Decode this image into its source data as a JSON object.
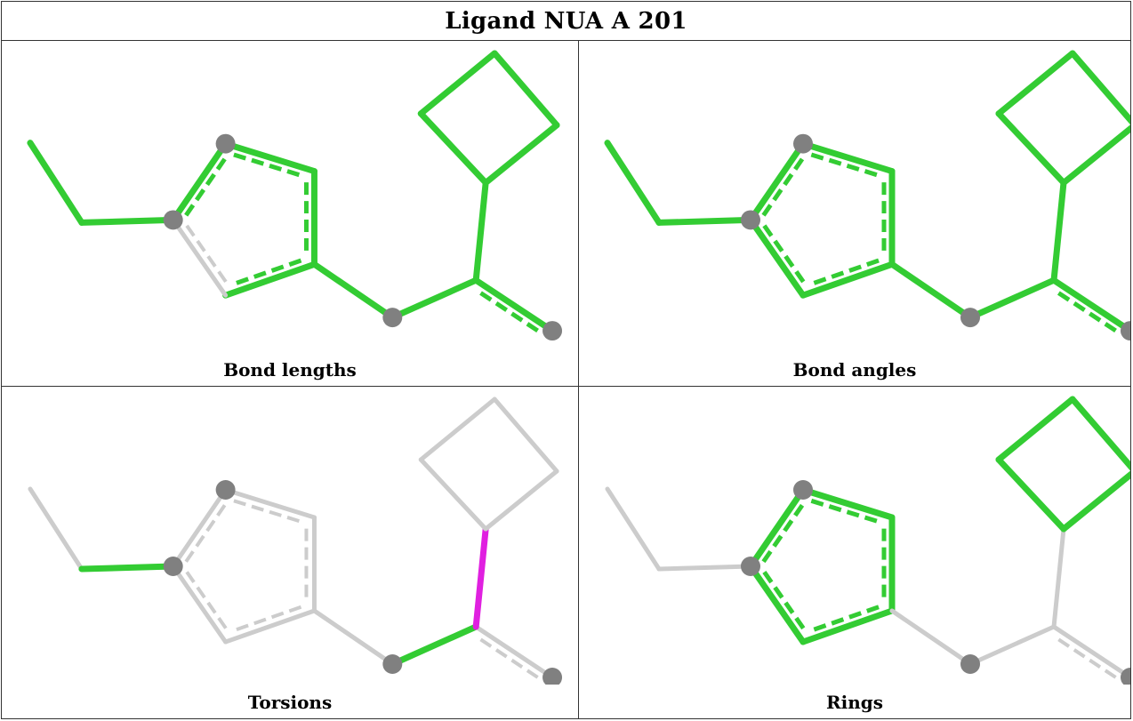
{
  "title": "Ligand NUA A 201",
  "panels": [
    {
      "id": "bond-lengths",
      "label": "Bond lengths"
    },
    {
      "id": "bond-angles",
      "label": "Bond angles"
    },
    {
      "id": "torsions",
      "label": "Torsions"
    },
    {
      "id": "rings",
      "label": "Rings"
    }
  ],
  "colors": {
    "outlier": "#33cc33",
    "normal": "#cccccc",
    "torsion_outlier": "#e020e0",
    "atom": "#808080"
  },
  "atoms": [
    "C1",
    "C2",
    "N1",
    "N2",
    "C3",
    "C4",
    "C5",
    "O1",
    "C6",
    "O2",
    "C7",
    "C8",
    "C9",
    "C10"
  ],
  "bonds": [
    {
      "a": "C1",
      "b": "C2",
      "order": 1
    },
    {
      "a": "C2",
      "b": "N1",
      "order": 1
    },
    {
      "a": "N1",
      "b": "N2",
      "order": 2
    },
    {
      "a": "N2",
      "b": "C3",
      "order": 2
    },
    {
      "a": "C3",
      "b": "C4",
      "order": 2
    },
    {
      "a": "C4",
      "b": "C5",
      "order": 2
    },
    {
      "a": "C5",
      "b": "N1",
      "order": 2
    },
    {
      "a": "C4",
      "b": "O1",
      "order": 1
    },
    {
      "a": "O1",
      "b": "C6",
      "order": 1
    },
    {
      "a": "C6",
      "b": "O2",
      "order": 2
    },
    {
      "a": "C6",
      "b": "C7",
      "order": 1
    },
    {
      "a": "C7",
      "b": "C8",
      "order": 1
    },
    {
      "a": "C8",
      "b": "C9",
      "order": 1
    },
    {
      "a": "C9",
      "b": "C10",
      "order": 1
    },
    {
      "a": "C10",
      "b": "C7",
      "order": 1
    }
  ],
  "highlights": {
    "bond-lengths": {
      "green": [
        "C1-C2",
        "C2-N1",
        "N1-N2",
        "N2-C3",
        "C3-C4",
        "C4-C5",
        "C4-O1",
        "O1-C6",
        "C6-C7",
        "C7-C8",
        "C8-C9",
        "C9-C10",
        "C10-C7",
        "C6-O2"
      ],
      "grey": [
        "C5-N1"
      ],
      "magenta": []
    },
    "bond-angles": {
      "green": [
        "C1-C2",
        "C2-N1",
        "N1-N2",
        "N2-C3",
        "C3-C4",
        "C4-C5",
        "C5-N1",
        "C4-O1",
        "O1-C6",
        "C6-C7",
        "C7-C8",
        "C8-C9",
        "C9-C10",
        "C10-C7",
        "C6-O2"
      ],
      "grey": [],
      "magenta": []
    },
    "torsions": {
      "green": [
        "C2-N1",
        "O1-C6"
      ],
      "grey": [
        "C1-C2",
        "N1-N2",
        "N2-C3",
        "C3-C4",
        "C4-C5",
        "C5-N1",
        "C4-O1",
        "C6-O2",
        "C7-C8",
        "C8-C9",
        "C9-C10",
        "C10-C7"
      ],
      "magenta": [
        "C6-C7"
      ]
    },
    "rings": {
      "green": [
        "N1-N2",
        "N2-C3",
        "C3-C4",
        "C4-C5",
        "C5-N1",
        "C7-C8",
        "C8-C9",
        "C9-C10",
        "C10-C7"
      ],
      "grey": [
        "C1-C2",
        "C2-N1",
        "C4-O1",
        "O1-C6",
        "C6-C7",
        "C6-O2"
      ],
      "magenta": []
    }
  },
  "shown_atoms": [
    "N1",
    "N2",
    "O1",
    "O2"
  ]
}
